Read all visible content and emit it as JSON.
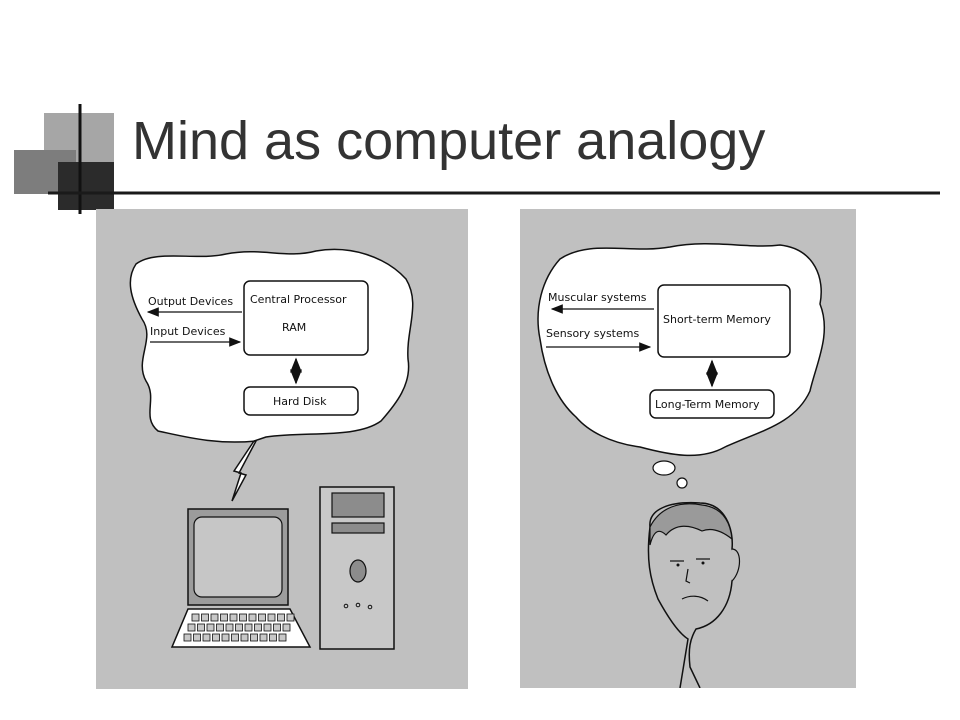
{
  "slide": {
    "title": "Mind as computer analogy"
  },
  "computer_panel": {
    "output_label": "Output Devices",
    "input_label": "Input Devices",
    "processor_label": "Central Processor",
    "ram_label": "RAM",
    "disk_label": "Hard Disk"
  },
  "mind_panel": {
    "muscular_label": "Muscular systems",
    "sensory_label": "Sensory systems",
    "stm_label": "Short-term Memory",
    "ltm_label": "Long-Term Memory"
  },
  "colors": {
    "panel_bg": "#c0c0c0",
    "title_text": "#333333",
    "accent_dark": "#2b2b2b"
  }
}
